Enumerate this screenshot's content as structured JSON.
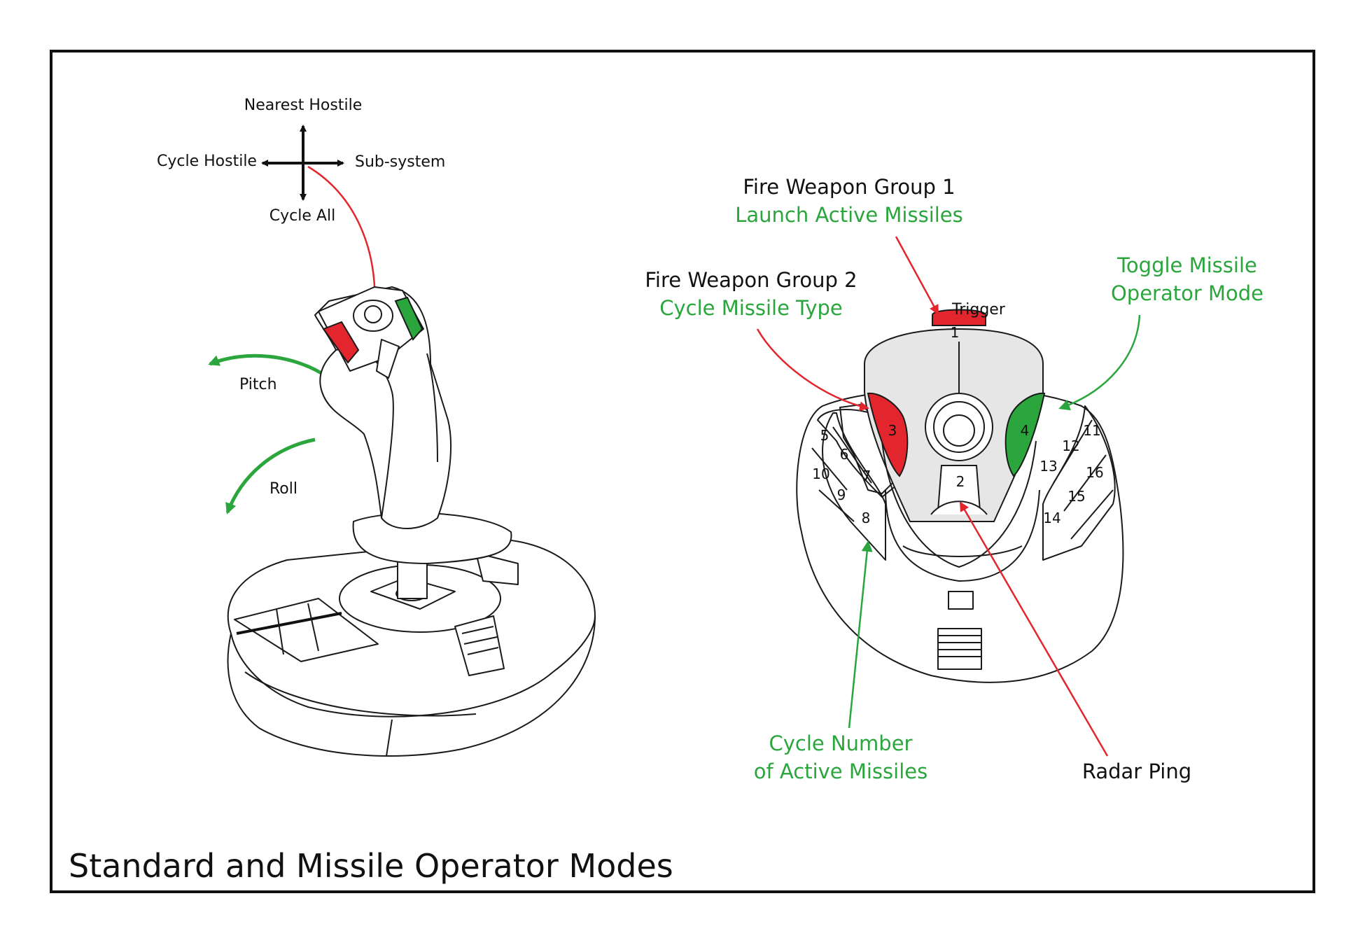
{
  "title": "Standard and Missile Operator Modes",
  "colors": {
    "red": "#e3262d",
    "green": "#2aa63d",
    "outline": "#1a1a1a",
    "shade": "#e6e6e6"
  },
  "hat": {
    "up": "Nearest Hostile",
    "left": "Cycle Hostile",
    "right": "Sub-system",
    "down": "Cycle All"
  },
  "axes": {
    "pitch": "Pitch",
    "roll": "Roll"
  },
  "top_view": {
    "trigger": "Trigger",
    "fire1": "Fire Weapon Group 1",
    "fire1_alt": "Launch Active Missiles",
    "fire2": "Fire Weapon Group 2",
    "fire2_alt": "Cycle Missile Type",
    "toggle_line1": "Toggle Missile",
    "toggle_line2": "Operator Mode",
    "cycle_line1": "Cycle Number",
    "cycle_line2": "of Active Missiles",
    "radar": "Radar Ping",
    "buttons": [
      "1",
      "2",
      "3",
      "4",
      "5",
      "6",
      "7",
      "8",
      "9",
      "10",
      "11",
      "12",
      "13",
      "14",
      "15",
      "16"
    ]
  }
}
